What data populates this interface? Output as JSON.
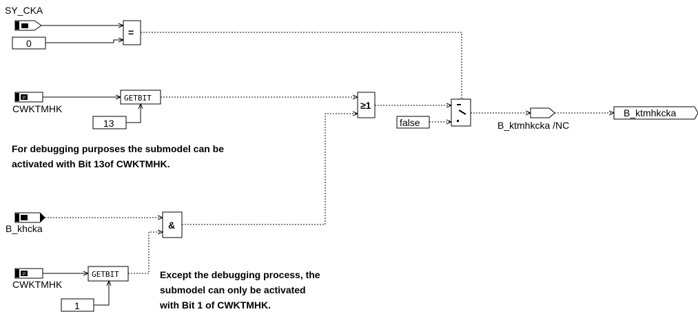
{
  "signals": {
    "sy_cka": "SY_CKA",
    "cwktmhk_1": "CWKTMHK",
    "b_khcka": "B_khcka",
    "cwktmhk_2": "CWKTMHK",
    "b_ktmhkcka_nc": "B_ktmhkcka /NC",
    "b_ktmhkcka_out": "B_ktmhkcka"
  },
  "constants": {
    "zero": "0",
    "thirteen": "13",
    "false_value": "false",
    "one": "1"
  },
  "blocks": {
    "equal": "=",
    "getbit_1": "GETBIT",
    "or": "≥1",
    "and": "&",
    "getbit_2": "GETBIT"
  },
  "notes": {
    "debug_line1": "For debugging purposes the submodel can be",
    "debug_line2": "activated with Bit 13of CWKTMHK.",
    "except_line1": "Except the debugging process, the",
    "except_line2": "submodel can only be activated",
    "except_line3": "with Bit 1 of CWKTMHK."
  }
}
